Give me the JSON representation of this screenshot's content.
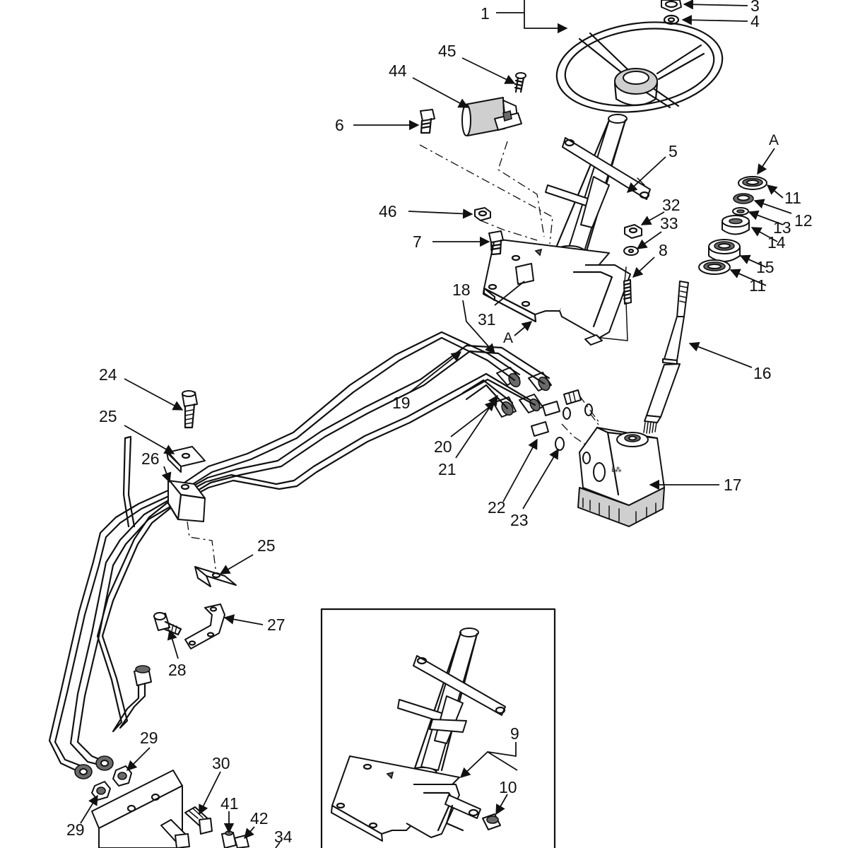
{
  "diagram": {
    "labels": {
      "p1": "1",
      "p3": "3",
      "p4": "4",
      "p5": "5",
      "p6": "6",
      "p7": "7",
      "p8": "8",
      "p9": "9",
      "p10": "10",
      "p11a": "11",
      "p11b": "11",
      "p12": "12",
      "p13": "13",
      "p14": "14",
      "p15": "15",
      "p16": "16",
      "p17": "17",
      "p18": "18",
      "p19": "19",
      "p20": "20",
      "p21": "21",
      "p22": "22",
      "p23": "23",
      "p24": "24",
      "p25a": "25",
      "p25b": "25",
      "p26": "26",
      "p27": "27",
      "p28": "28",
      "p29a": "29",
      "p29b": "29",
      "p30": "30",
      "p31": "31",
      "p32": "32",
      "p33": "33",
      "p34": "34",
      "p41": "41",
      "p42": "42",
      "p44": "44",
      "p45": "45",
      "p46": "46",
      "refA1": "A",
      "refA2": "A"
    }
  }
}
